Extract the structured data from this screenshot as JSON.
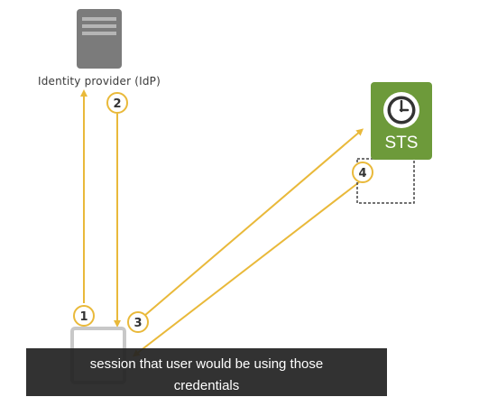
{
  "idp": {
    "label": "Identity provider (IdP)",
    "icon": "server-icon"
  },
  "sts": {
    "label": "STS",
    "icon": "clock-icon",
    "color": "#6d9a3a"
  },
  "client": {
    "icon": "device-icon"
  },
  "steps": [
    {
      "num": "1"
    },
    {
      "num": "2"
    },
    {
      "num": "3"
    },
    {
      "num": "4"
    }
  ],
  "colors": {
    "arrow": "#e9b93a",
    "badge": "#e9b93a",
    "caption_bg": "#222222"
  },
  "caption": {
    "line1": "session that user would be using those",
    "line2": "credentials"
  }
}
